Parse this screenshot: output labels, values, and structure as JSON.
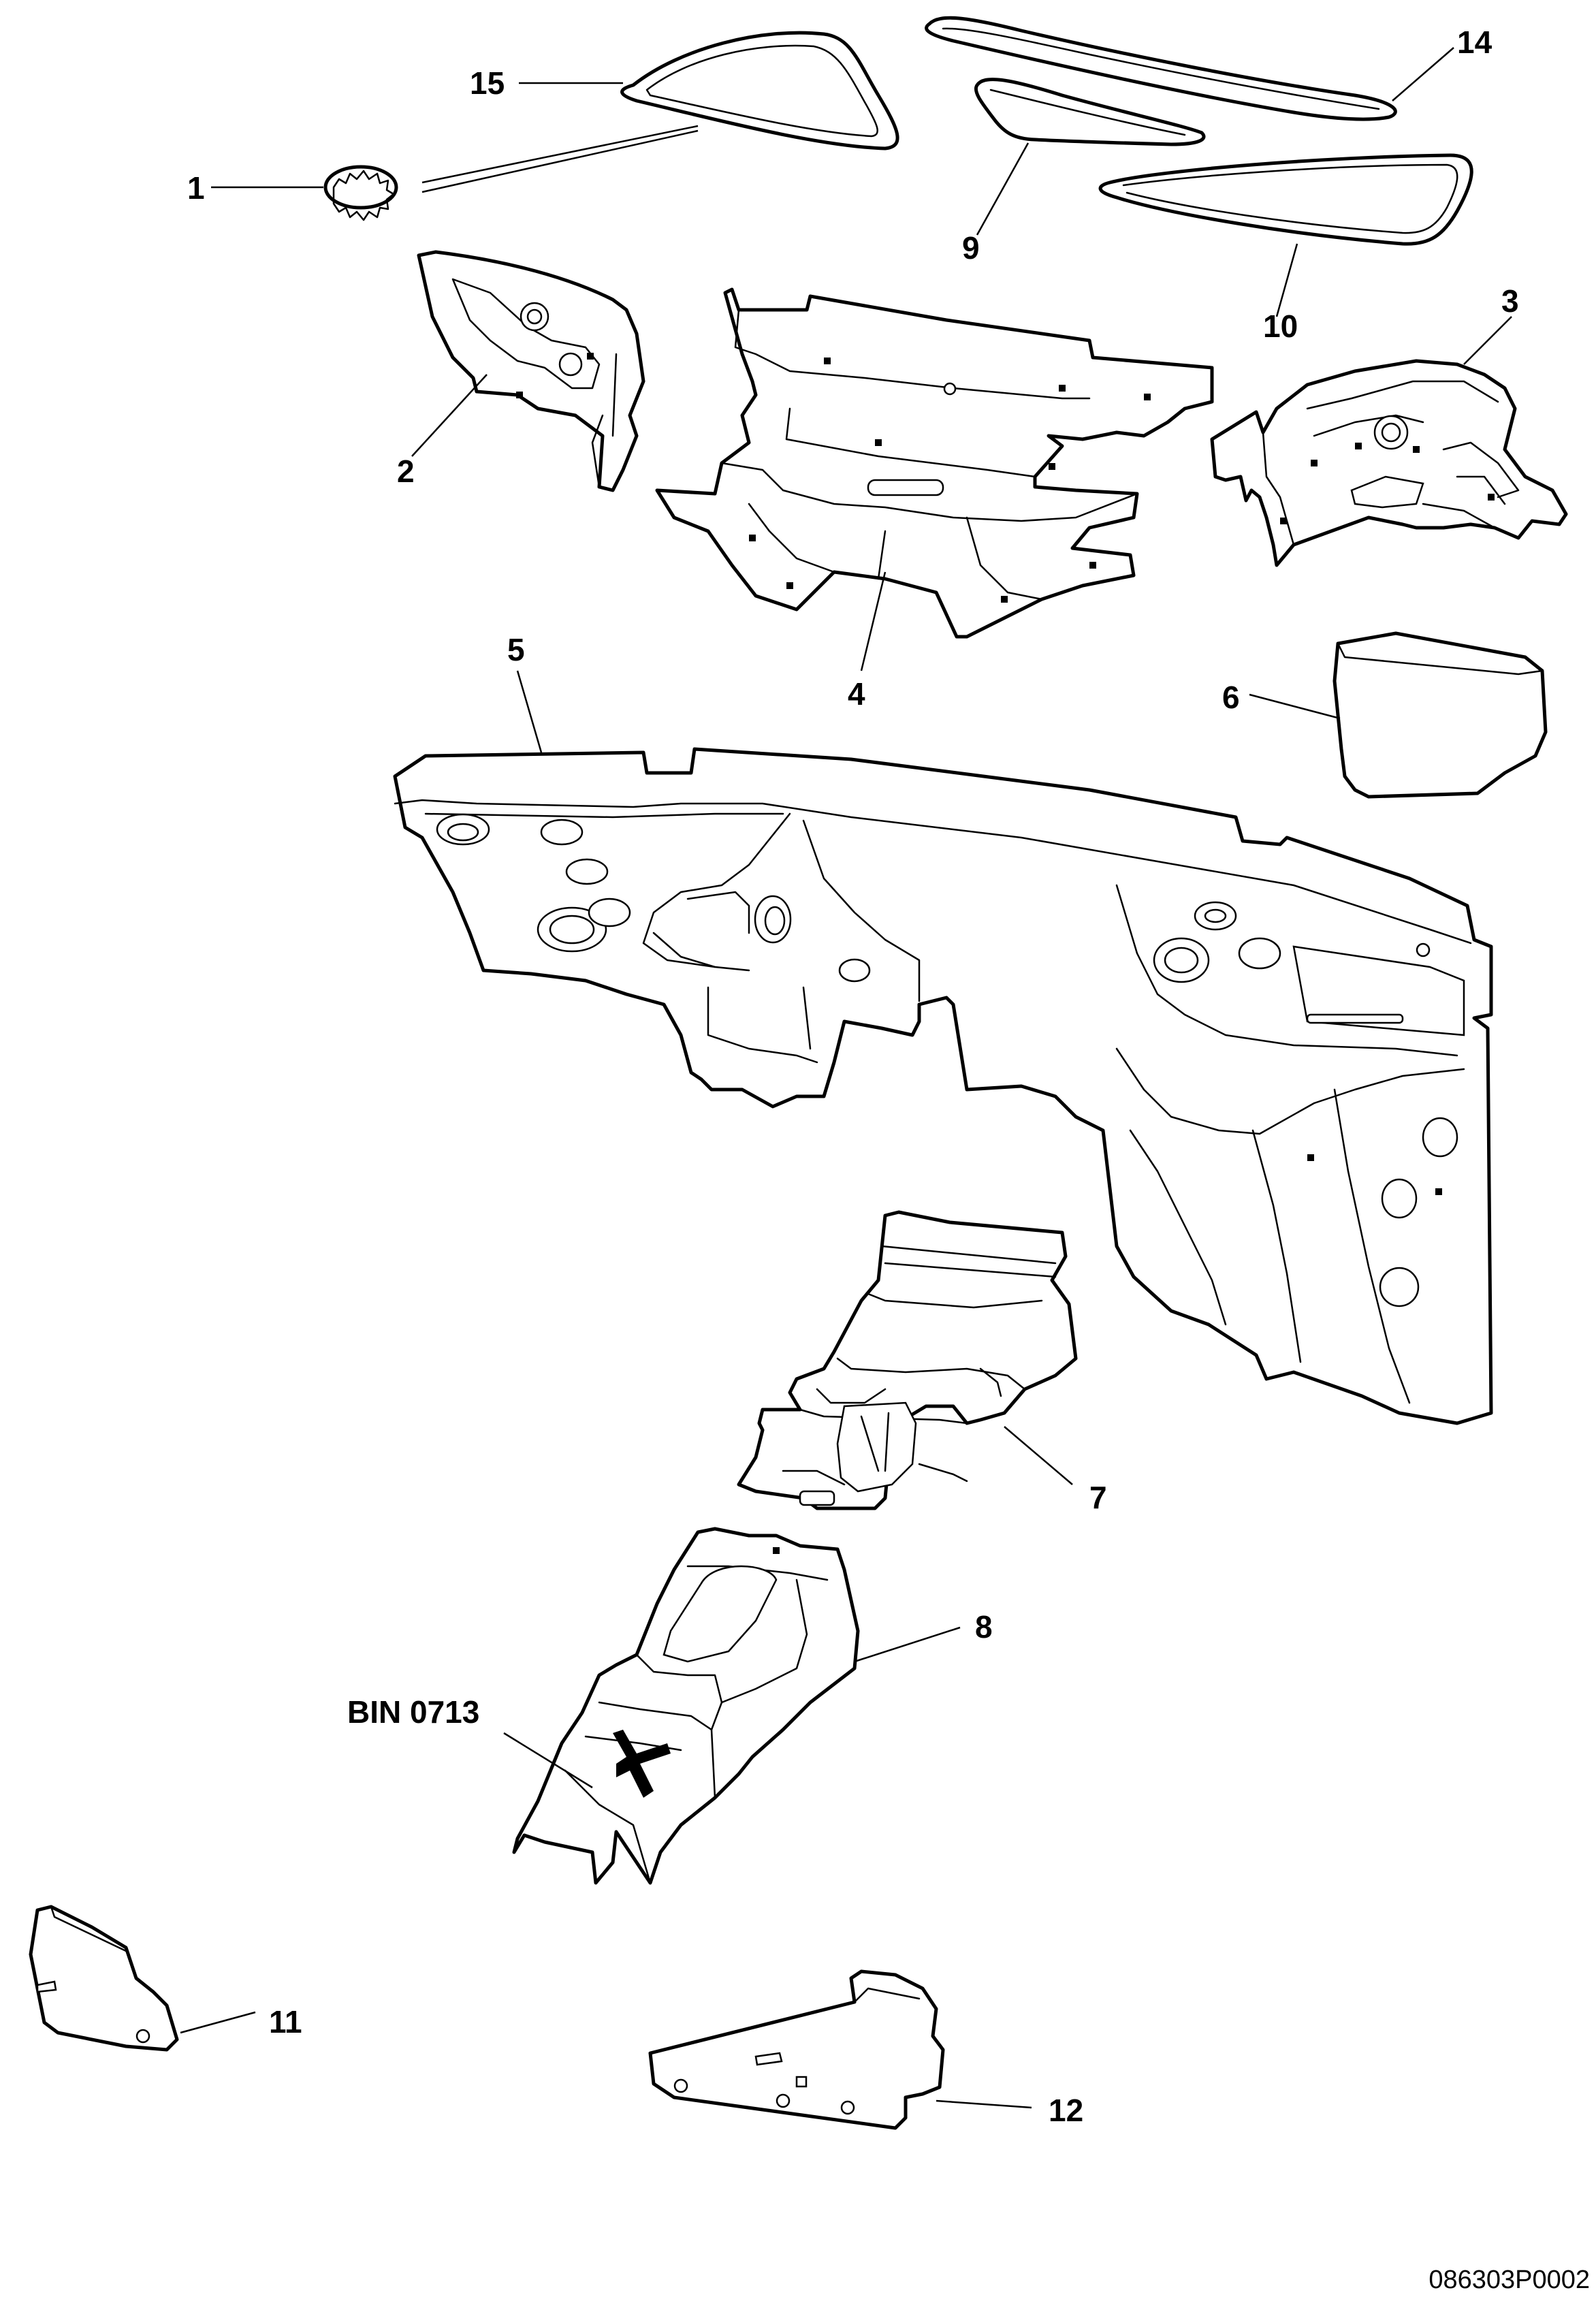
{
  "diagram": {
    "callouts": [
      {
        "id": "1",
        "label": "1"
      },
      {
        "id": "2",
        "label": "2"
      },
      {
        "id": "3",
        "label": "3"
      },
      {
        "id": "4",
        "label": "4"
      },
      {
        "id": "5",
        "label": "5"
      },
      {
        "id": "6",
        "label": "6"
      },
      {
        "id": "7",
        "label": "7"
      },
      {
        "id": "8",
        "label": "8"
      },
      {
        "id": "9",
        "label": "9"
      },
      {
        "id": "10",
        "label": "10"
      },
      {
        "id": "11",
        "label": "11"
      },
      {
        "id": "12",
        "label": "12"
      },
      {
        "id": "14",
        "label": "14"
      },
      {
        "id": "15",
        "label": "15"
      }
    ],
    "bin_label": "BIN 0713",
    "reference_code": "086303P0002"
  }
}
